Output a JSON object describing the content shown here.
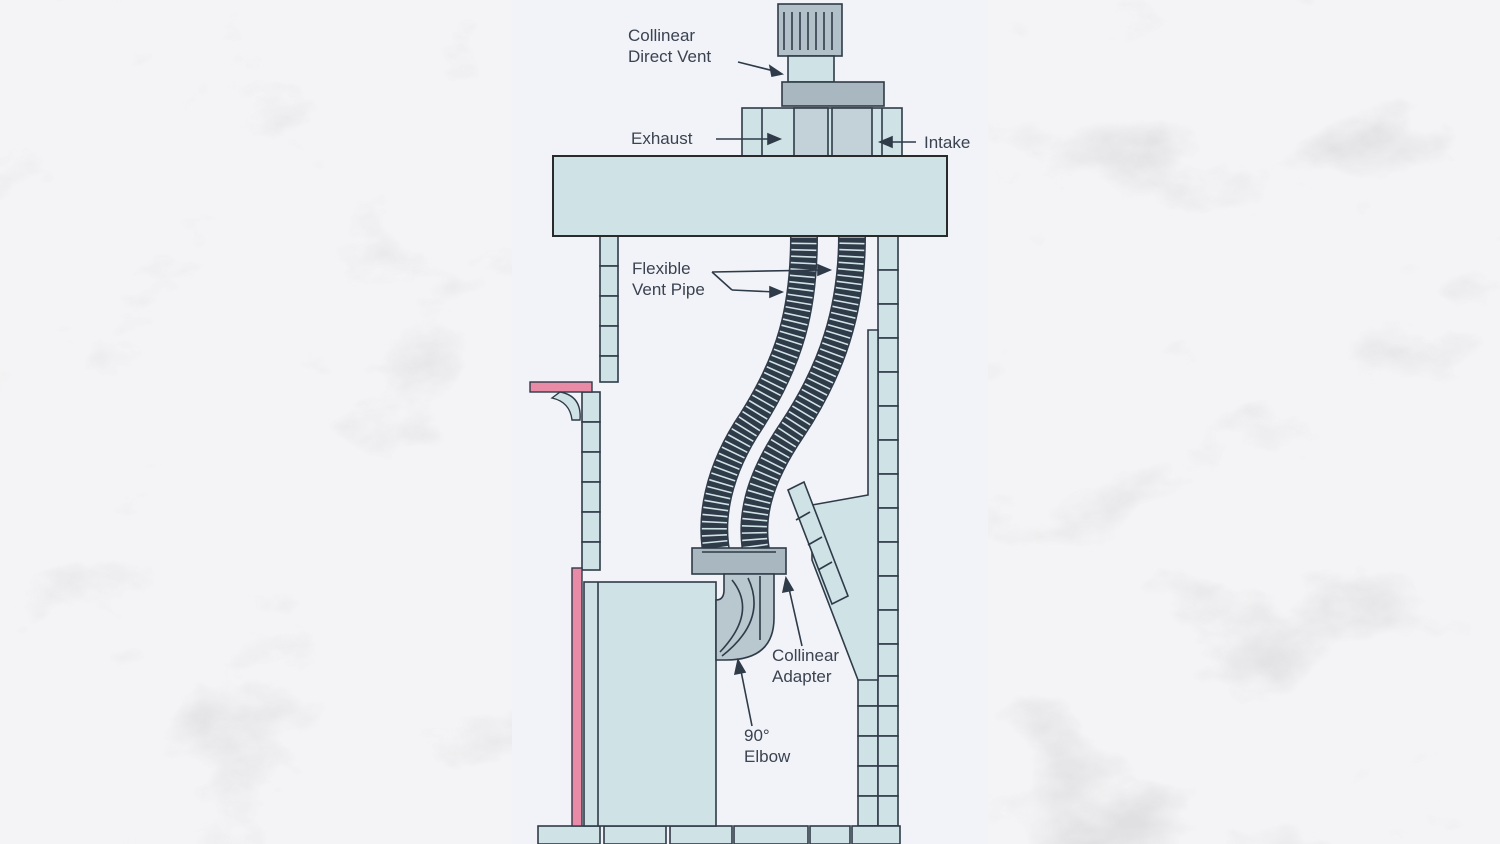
{
  "diagram": {
    "labels": {
      "collinear_direct_vent": [
        "Collinear",
        "Direct Vent"
      ],
      "exhaust": "Exhaust",
      "intake": "Intake",
      "flexible_vent_pipe": [
        "Flexible",
        "Vent Pipe"
      ],
      "collinear_adapter": [
        "Collinear",
        "Adapter"
      ],
      "elbow": [
        "90°",
        "Elbow"
      ]
    },
    "colors": {
      "panel_background": "#f1f3f8",
      "structure_fill": "#cfe2e6",
      "outline": "#2f3b48",
      "accent_pink": "#e98aa6",
      "label_text": "#3b4250",
      "overlay_box": "#cfe2e6"
    }
  }
}
